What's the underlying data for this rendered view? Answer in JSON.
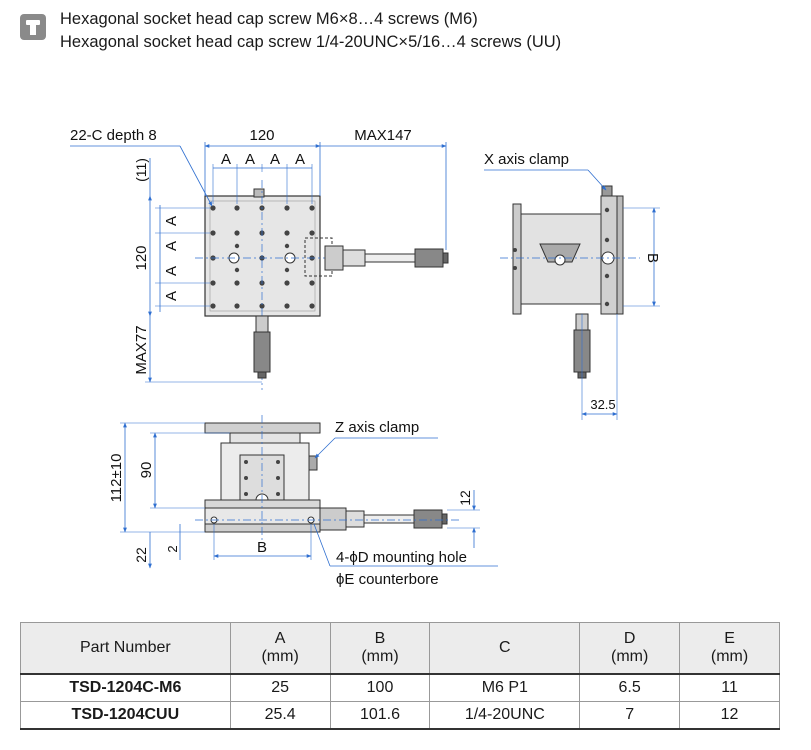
{
  "header": {
    "line1": "Hexagonal socket head cap screw M6×8…4 screws (M6)",
    "line2": "Hexagonal socket head cap screw 1/4-20UNC×5/16…4 screws (UU)",
    "icon": "screw-icon"
  },
  "drawing": {
    "top_view": {
      "holes_label": "22-C depth 8",
      "width_dim": "120",
      "max_dim": "MAX147",
      "pitch": "A",
      "top_offset": "(11)",
      "height_dim": "120",
      "max_bottom": "MAX77"
    },
    "side_view": {
      "clamp_label": "X axis clamp",
      "b_dim": "B",
      "offset_dim": "32.5"
    },
    "front_view": {
      "clamp_label": "Z axis clamp",
      "total_height": "112±10",
      "body_height": "90",
      "base_offset": "22",
      "base_thickness": "2",
      "right_dim": "12",
      "b_dim": "B",
      "hole_label": "4-ϕD  mounting hole",
      "counterbore_label": "ϕE counterbore"
    }
  },
  "table": {
    "headers": [
      {
        "l1": "Part Number",
        "l2": ""
      },
      {
        "l1": "A",
        "l2": "(mm)"
      },
      {
        "l1": "B",
        "l2": "(mm)"
      },
      {
        "l1": "C",
        "l2": ""
      },
      {
        "l1": "D",
        "l2": "(mm)"
      },
      {
        "l1": "E",
        "l2": "(mm)"
      }
    ],
    "rows": [
      [
        "TSD-1204C-M6",
        "25",
        "100",
        "M6 P1",
        "6.5",
        "11"
      ],
      [
        "TSD-1204CUU",
        "25.4",
        "101.6",
        "1/4-20UNC",
        "7",
        "12"
      ]
    ]
  },
  "colors": {
    "dimension_line": "#2f6fd0",
    "header_icon": "#8a8a8a",
    "table_header": "#ececec"
  }
}
